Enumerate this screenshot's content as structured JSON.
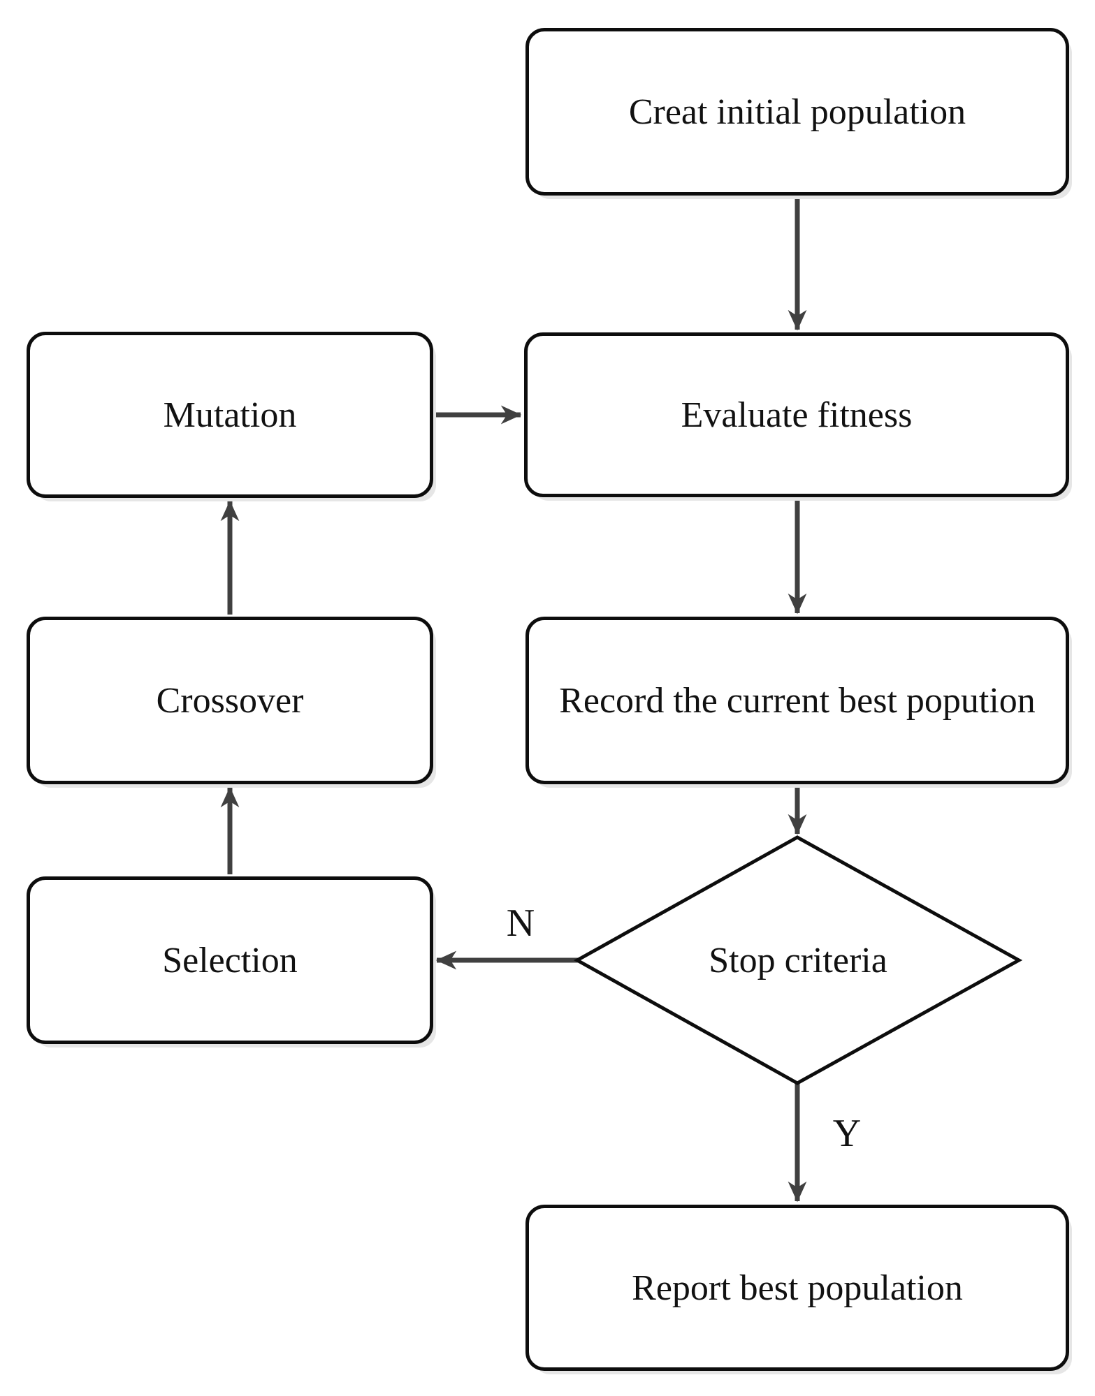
{
  "figure": {
    "type": "flowchart"
  },
  "colors": {
    "line": "#0d0d0d",
    "arrow": "#404040",
    "text": "#111111",
    "background": "#ffffff"
  },
  "nodes": {
    "create_initial": {
      "label": "Creat initial population",
      "shape": "rounded-rect"
    },
    "evaluate": {
      "label": "Evaluate fitness",
      "shape": "rounded-rect"
    },
    "mutation": {
      "label": "Mutation",
      "shape": "rounded-rect"
    },
    "record_best": {
      "label": "Record the current best popution",
      "shape": "rounded-rect"
    },
    "crossover": {
      "label": "Crossover",
      "shape": "rounded-rect"
    },
    "selection": {
      "label": "Selection",
      "shape": "rounded-rect"
    },
    "stop_criteria": {
      "label": "Stop criteria",
      "shape": "diamond"
    },
    "report_best": {
      "label": "Report best population",
      "shape": "rounded-rect"
    }
  },
  "edges": {
    "no_label": "N",
    "yes_label": "Y",
    "list": [
      {
        "from": "create_initial",
        "to": "evaluate"
      },
      {
        "from": "mutation",
        "to": "evaluate"
      },
      {
        "from": "evaluate",
        "to": "record_best"
      },
      {
        "from": "record_best",
        "to": "stop_criteria"
      },
      {
        "from": "stop_criteria",
        "to": "selection",
        "label": "N"
      },
      {
        "from": "selection",
        "to": "crossover"
      },
      {
        "from": "crossover",
        "to": "mutation"
      },
      {
        "from": "stop_criteria",
        "to": "report_best",
        "label": "Y"
      }
    ]
  }
}
